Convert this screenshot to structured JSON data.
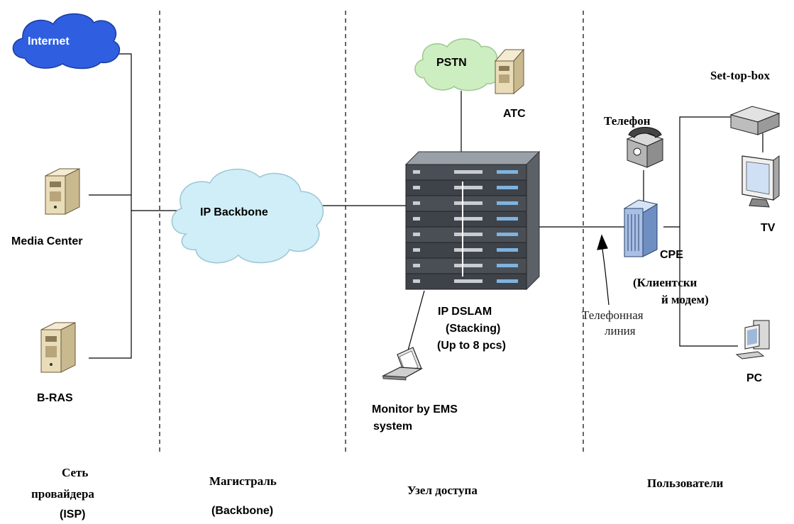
{
  "nodes": {
    "internet": "Internet",
    "media_center": "Media Center",
    "bras": "B-RAS",
    "ip_backbone": "IP Backbone",
    "pstn": "PSTN",
    "atc": "ATC",
    "dslam_line1": "IP DSLAM",
    "dslam_line2": "(Stacking)",
    "dslam_line3": "(Up to 8 pcs)",
    "monitor_line1": "Monitor by EMS",
    "monitor_line2": "system",
    "phone": "Телефон",
    "settop": "Set-top-box",
    "tv": "TV",
    "cpe": "CPE",
    "cpe_desc1": "(Клиентски",
    "cpe_desc2": "й модем)",
    "phone_line1": "Телефонная",
    "phone_line2": "линия",
    "pc": "PC"
  },
  "zones": {
    "isp_line1": "Сеть",
    "isp_line2": "провайдера",
    "isp_line3": "(ISP)",
    "backbone_line1": "Магистраль",
    "backbone_line2": "(Backbone)",
    "access_node": "Узел доступа",
    "users": "Пользователи"
  },
  "colors": {
    "internet_cloud": "#2f5fe0",
    "backbone_cloud": "#cfeef8",
    "pstn_cloud": "#cdeec0",
    "server_beige": "#e9dcb8",
    "dslam_gray": "#4a4f56"
  }
}
